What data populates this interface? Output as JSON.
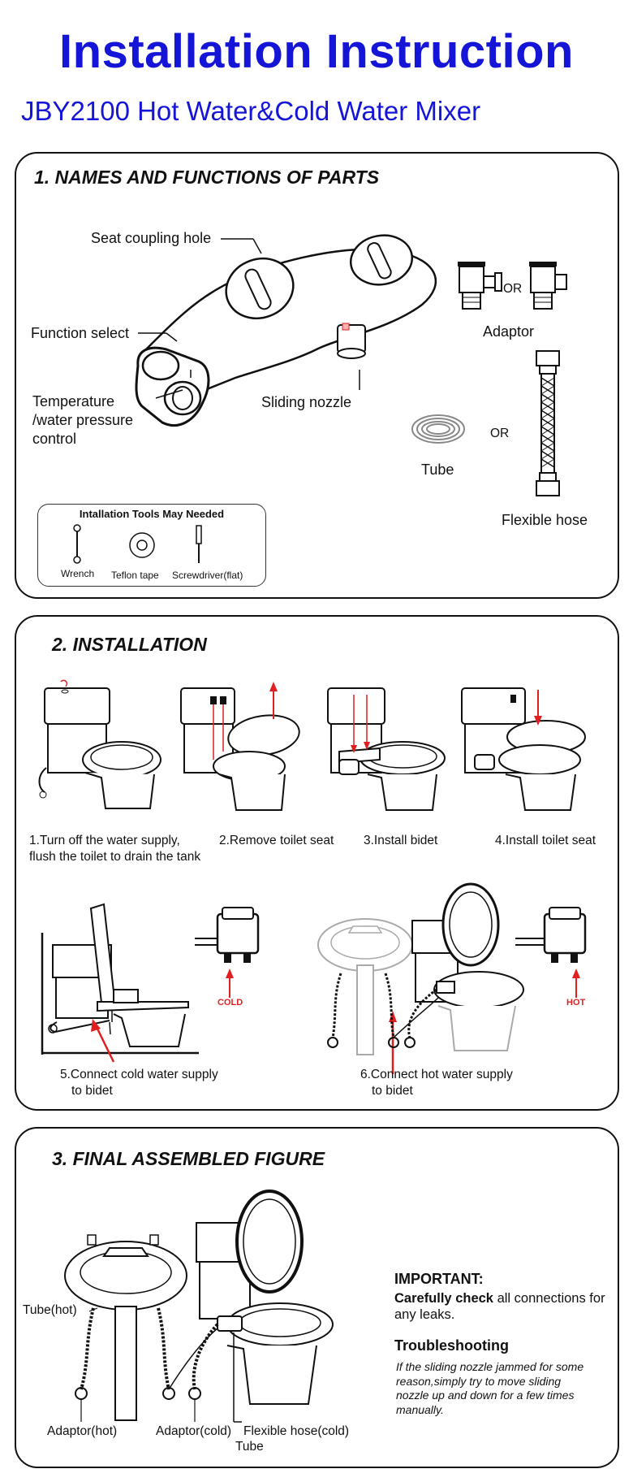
{
  "header": {
    "title": "Installation Instruction",
    "subtitle": "JBY2100 Hot Water&Cold Water Mixer"
  },
  "section1": {
    "title": "1. NAMES AND FUNCTIONS OF PARTS",
    "labels": {
      "seat_coupling_hole": "Seat coupling hole",
      "function_select": "Function select",
      "temperature_line1": "Temperature",
      "temperature_line2": "/water pressure",
      "temperature_line3": "control",
      "sliding_nozzle": "Sliding nozzle",
      "adaptor": "Adaptor",
      "adaptor_or": "OR",
      "tube": "Tube",
      "tube_or": "OR",
      "flexible_hose": "Flexible hose"
    },
    "tools": {
      "title": "Intallation Tools May Needed",
      "wrench": "Wrench",
      "teflon": "Teflon tape",
      "screwdriver": "Screwdriver(flat)"
    }
  },
  "section2": {
    "title": "2. INSTALLATION",
    "steps": {
      "step1_line1": "1.Turn off the water supply,",
      "step1_line2": "flush  the toilet to drain the tank",
      "step2": "2.Remove  toilet seat",
      "step3": "3.Install bidet",
      "step4": "4.Install toilet seat",
      "step5_line1": "5.Connect cold water supply",
      "step5_line2": "to bidet",
      "step6_line1": "6.Connect hot water supply",
      "step6_line2": "to bidet"
    },
    "cold_label": "COLD",
    "hot_label": "HOT"
  },
  "section3": {
    "title": "3. FINAL ASSEMBLED FIGURE",
    "labels": {
      "tube_hot": "Tube(hot)",
      "adaptor_hot": "Adaptor(hot)",
      "adaptor_cold": "Adaptor(cold)",
      "flexible_hose_cold": "Flexible hose(cold)",
      "tube": "Tube"
    },
    "important_title": "IMPORTANT:",
    "important_bold": "Carefully check",
    "important_rest": " all connections for any leaks.",
    "trouble_title": "Troubleshooting",
    "trouble_text": "If the sliding nozzle jammed for some reason,simply try to move sliding nozzle up and down for a few times manually."
  },
  "colors": {
    "title_blue": "#1515d8",
    "arrow_red": "#e02020"
  }
}
